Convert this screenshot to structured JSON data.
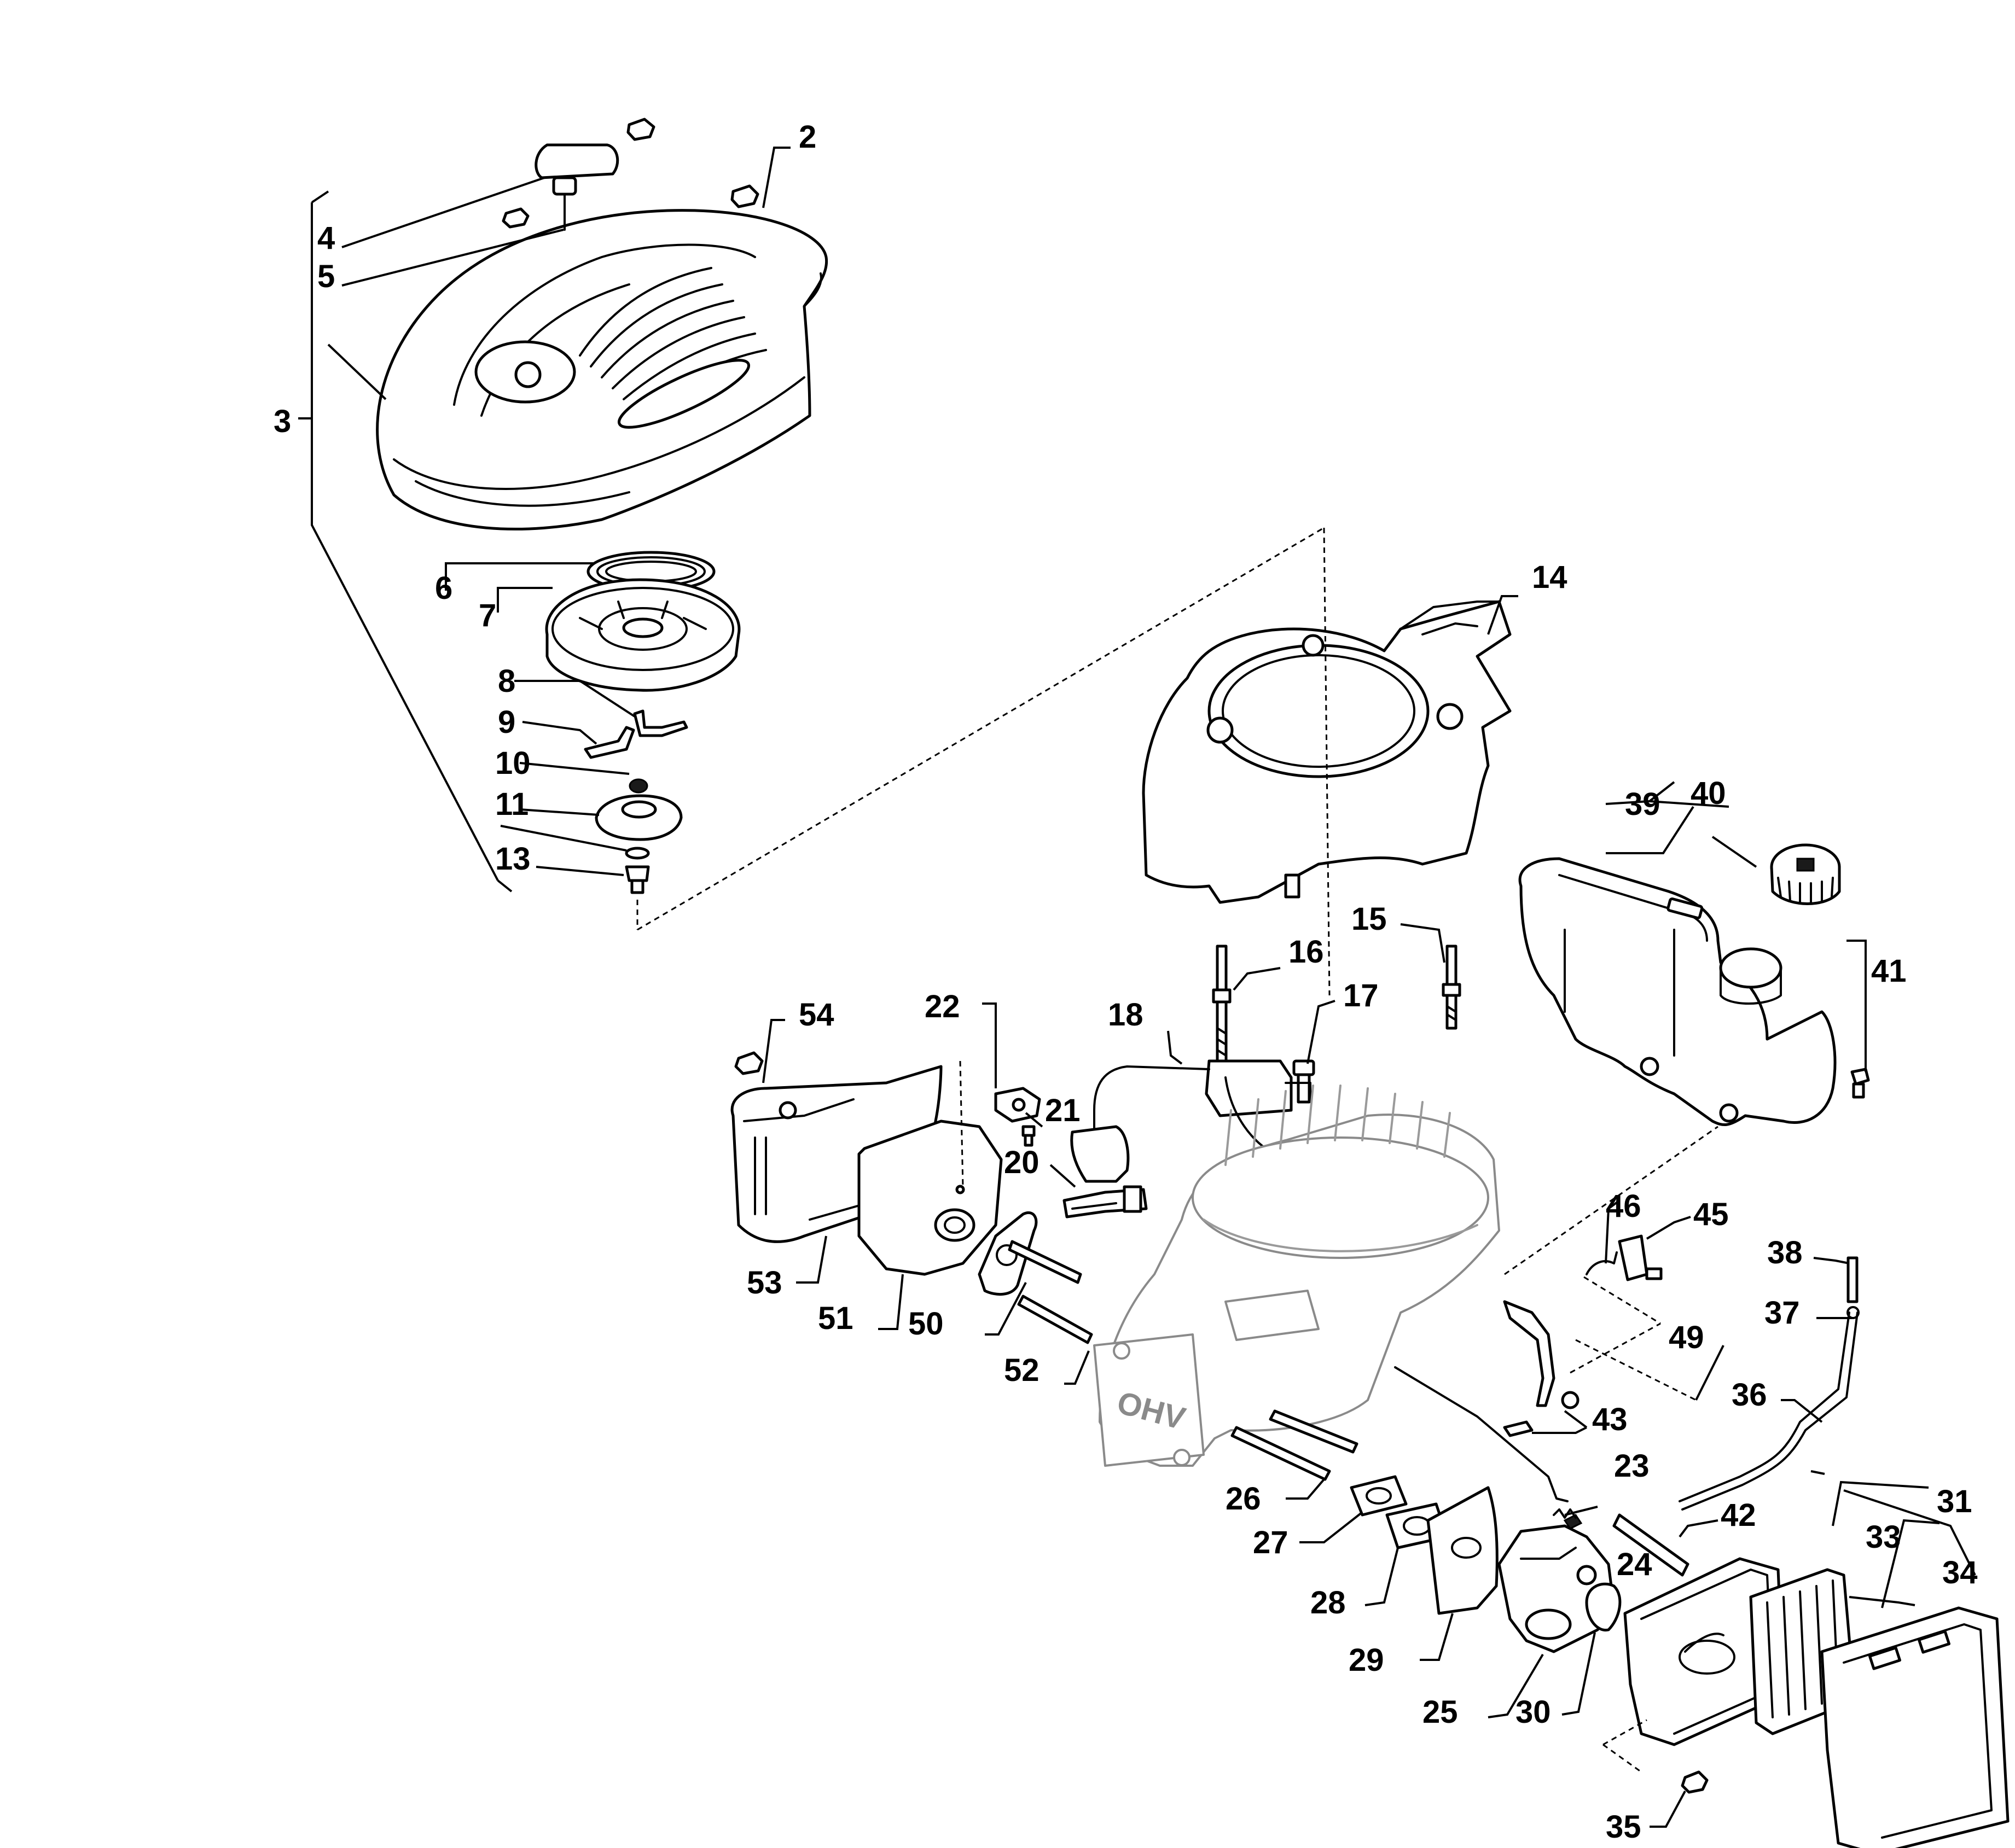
{
  "labels": {
    "l2": "2",
    "l3": "3",
    "l4": "4",
    "l5": "5",
    "l6": "6",
    "l7": "7",
    "l8": "8",
    "l9": "9",
    "l10": "10",
    "l11": "11",
    "l13": "13",
    "l14": "14",
    "l15": "15",
    "l16": "16",
    "l17": "17",
    "l18": "18",
    "l20": "20",
    "l21": "21",
    "l22": "22",
    "l23": "23",
    "l24": "24",
    "l25": "25",
    "l26": "26",
    "l27": "27",
    "l28": "28",
    "l29": "29",
    "l30": "30",
    "l31": "31",
    "l33": "33",
    "l34": "34",
    "l35": "35",
    "l36": "36",
    "l37": "37",
    "l38": "38",
    "l39": "39",
    "l40": "40",
    "l41": "41",
    "l42": "42",
    "l43": "43",
    "l45": "45",
    "l46": "46",
    "l49": "49",
    "l50": "50",
    "l51": "51",
    "l52": "52",
    "l53": "53",
    "l54": "54"
  },
  "engine_badge": "OHV",
  "colors": {
    "line": "#000000",
    "engine_ghost": "#8a8a8a",
    "background": "#ffffff"
  }
}
